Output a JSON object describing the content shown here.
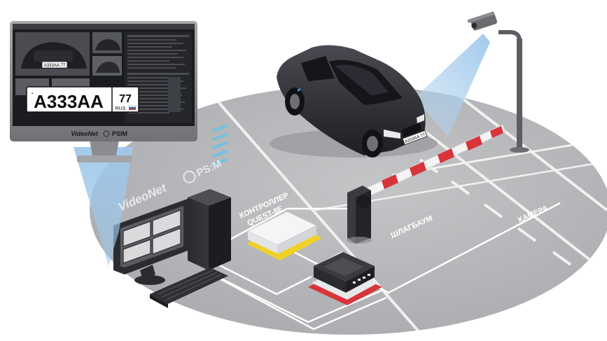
{
  "brand": {
    "videonet": "VideoNet",
    "psim": "PSIM",
    "psim_mark": "PS:M"
  },
  "labels": {
    "controller_line1": "КОНТРОЛЛЕР",
    "controller_line2": "QUEST-8E",
    "barrier": "ШЛАГБАУМ",
    "camera": "КАМЕРА"
  },
  "plate": {
    "series": "А333АА",
    "region": "77",
    "country": "RUS",
    "small_plate": "А333АА 77"
  },
  "colors": {
    "ground": "#b9babc",
    "ground_light": "#c9cacc",
    "lane_line": "#f4f4f4",
    "cable": "#ffffff",
    "camera_beam": "#9ec7ea",
    "barrier_red": "#d8343a",
    "controller_glow": "#f2d21f",
    "switch_glow": "#d8343a",
    "car_body": "#2b2c31",
    "monitor_frame": "#8d8f93"
  },
  "icons": {
    "camera": "cctv-camera-icon",
    "car": "car-icon",
    "monitor": "monitor-icon",
    "server": "server-tower-icon",
    "keyboard": "keyboard-icon",
    "controller": "controller-box-icon",
    "switch": "network-switch-icon",
    "barrier": "barrier-gate-icon",
    "logo": "psim-globe-logo-icon"
  }
}
